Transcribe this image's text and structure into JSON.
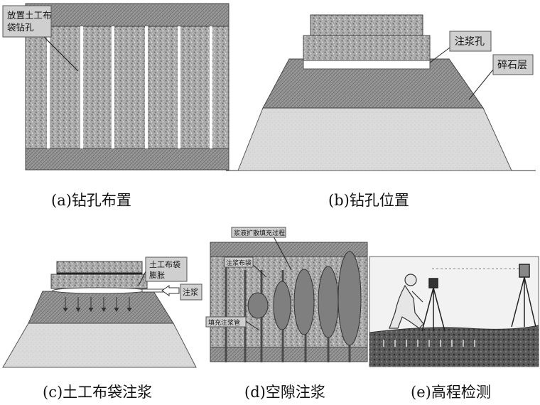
{
  "panel_a": {
    "callout": [
      "放置土工布",
      "袋钻孔"
    ],
    "caption": "(a)钻孔布置"
  },
  "panel_b": {
    "label_grout_hole": "注浆孔",
    "label_gravel_layer": "碎石层",
    "caption": "(b)钻孔位置"
  },
  "panel_c": {
    "callout": [
      "土工布袋",
      "膨胀"
    ],
    "label_grouting": "注浆",
    "caption": "(c)土工布袋注浆"
  },
  "panel_d": {
    "label_top": "浆液扩散填充过程",
    "label_bag": "注浆布袋",
    "label_fill": "填充注浆管",
    "caption": "(d)空隙注浆"
  },
  "panel_e": {
    "caption": "(e)高程检测"
  },
  "colors": {
    "speckle": "#a8a8a8",
    "hatch": "#8e8e8e",
    "sand": "#d8d8d8",
    "label_box": "#cfcfcf"
  }
}
